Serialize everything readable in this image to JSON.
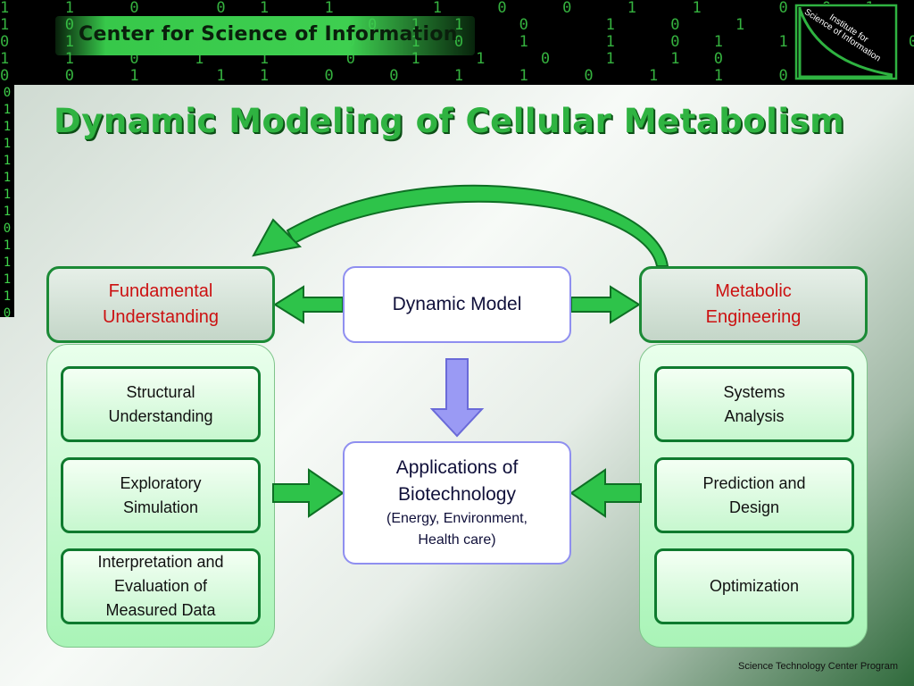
{
  "header": {
    "title": "Center for Science of Information",
    "logo_line1": "Institute for",
    "logo_line2": "Science of Information"
  },
  "slide": {
    "title": "Dynamic Modeling of Cellular Metabolism"
  },
  "diagram": {
    "left_head": {
      "line1": "Fundamental",
      "line2": "Understanding"
    },
    "center_head": "Dynamic Model",
    "right_head": {
      "line1": "Metabolic",
      "line2": "Engineering"
    },
    "center_app": {
      "line1": "Applications of",
      "line2": "Biotechnology",
      "line3": "(Energy, Environment,",
      "line4": "Health care)"
    },
    "left_items": [
      {
        "line1": "Structural",
        "line2": "Understanding"
      },
      {
        "line1": "Exploratory",
        "line2": "Simulation"
      },
      {
        "line1": "Interpretation and",
        "line2": "Evaluation of",
        "line3": "Measured Data"
      }
    ],
    "right_items": [
      {
        "line1": "Systems",
        "line2": "Analysis"
      },
      {
        "line1": "Prediction and",
        "line2": "Design"
      },
      {
        "line1": "Optimization"
      }
    ]
  },
  "footer": {
    "text": "Science Technology Center Program"
  },
  "colors": {
    "green_accent": "#2fb341",
    "head_text_red": "#cc1111",
    "arrow_green": "#2ec34a",
    "arrow_purple": "#8f8ff0"
  }
}
